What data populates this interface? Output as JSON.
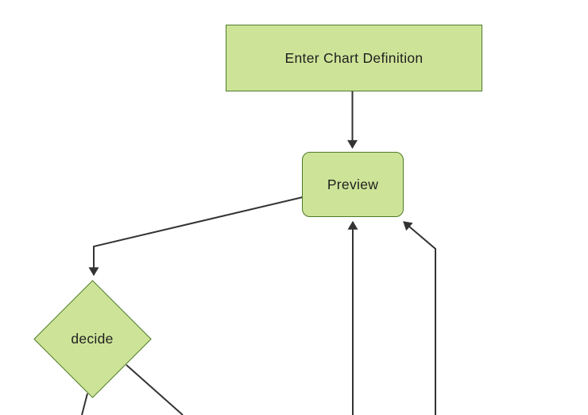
{
  "diagram": {
    "type": "flowchart",
    "direction": "top-down",
    "colors": {
      "background": "#ffffff",
      "node_fill": "#cde498",
      "node_border": "#4e7a28",
      "edge_color": "#333333",
      "text_color": "#1f1f1f"
    },
    "nodes": [
      {
        "id": "enter-chart-definition",
        "label": "Enter Chart Definition",
        "shape": "rectangle"
      },
      {
        "id": "preview",
        "label": "Preview",
        "shape": "rounded-rectangle"
      },
      {
        "id": "decide",
        "label": "decide",
        "shape": "diamond"
      }
    ],
    "edges": [
      {
        "from": "enter-chart-definition",
        "to": "preview",
        "arrowhead": true
      },
      {
        "from": "preview",
        "to": "decide",
        "arrowhead": true
      },
      {
        "from": "offscreen-bottom",
        "to": "preview",
        "arrowhead": true
      },
      {
        "from": "offscreen-bottom-right",
        "to": "preview",
        "arrowhead": true
      },
      {
        "from": "decide",
        "to": "offscreen-bottom-left",
        "arrowhead": false
      },
      {
        "from": "decide",
        "to": "offscreen-bottom-right",
        "arrowhead": false
      }
    ]
  }
}
